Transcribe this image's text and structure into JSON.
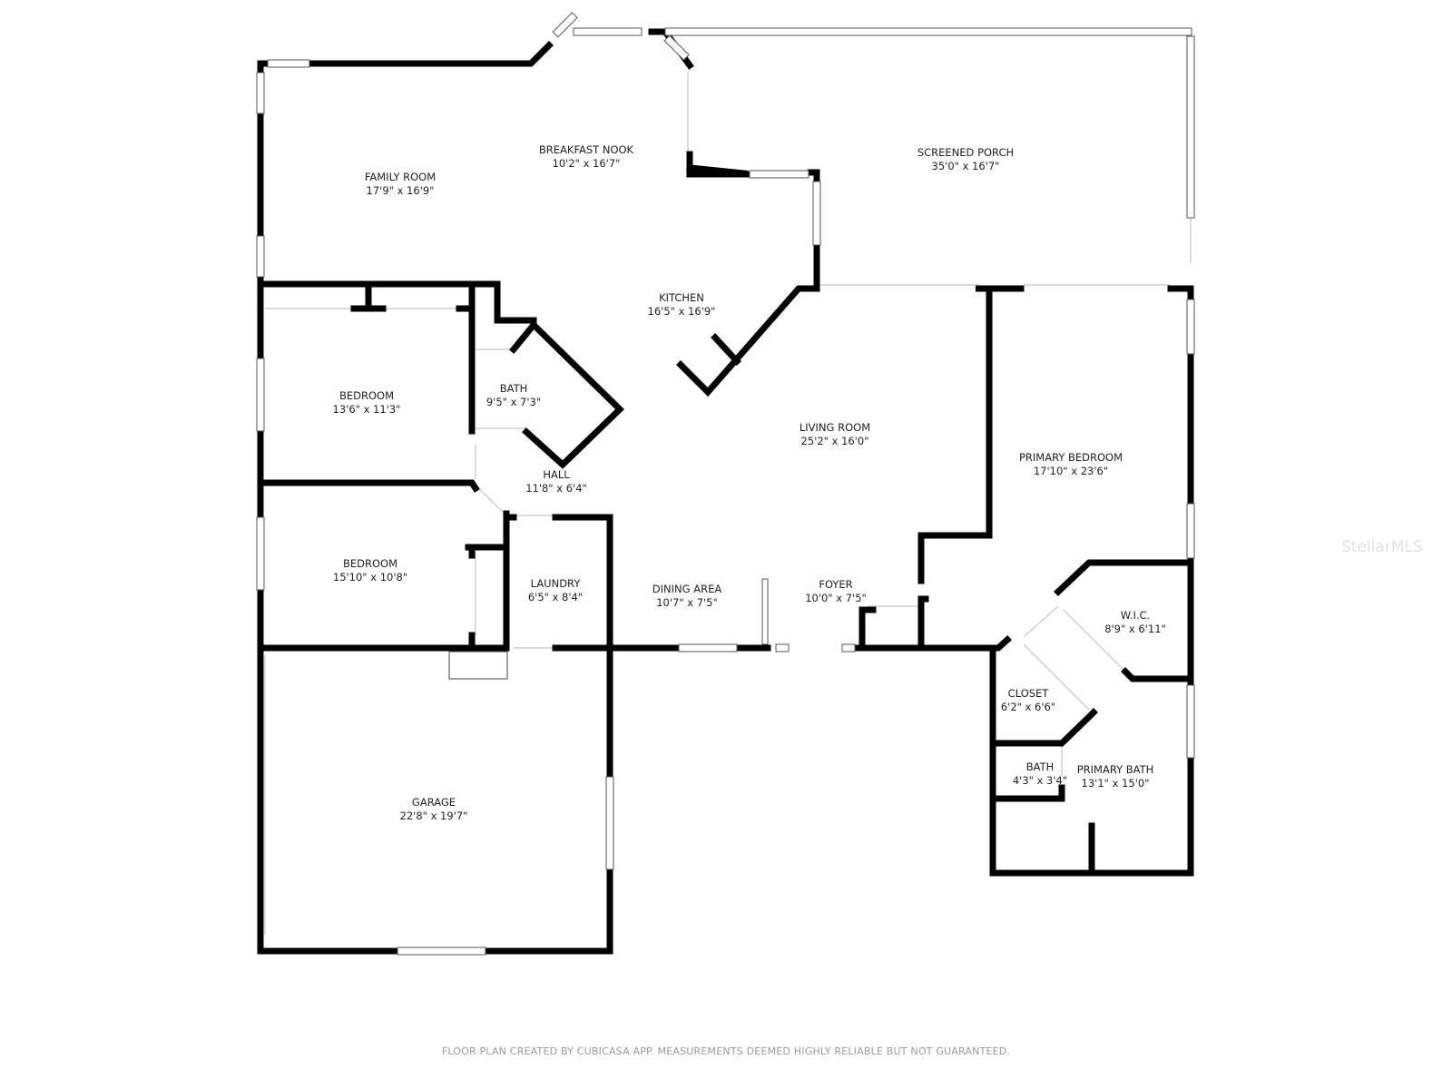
{
  "rooms": {
    "family_room": {
      "name": "FAMILY ROOM",
      "dim": "17'9\" x 16'9\""
    },
    "breakfast_nook": {
      "name": "BREAKFAST NOOK",
      "dim": "10'2\" x 16'7\""
    },
    "screened_porch": {
      "name": "SCREENED PORCH",
      "dim": "35'0\" x 16'7\""
    },
    "kitchen": {
      "name": "KITCHEN",
      "dim": "16'5\" x 16'9\""
    },
    "bedroom_1": {
      "name": "BEDROOM",
      "dim": "13'6\" x 11'3\""
    },
    "bath_1": {
      "name": "BATH",
      "dim": "9'5\" x 7'3\""
    },
    "living_room": {
      "name": "LIVING ROOM",
      "dim": "25'2\" x 16'0\""
    },
    "primary_bedroom": {
      "name": "PRIMARY BEDROOM",
      "dim": "17'10\" x 23'6\""
    },
    "hall": {
      "name": "HALL",
      "dim": "11'8\" x 6'4\""
    },
    "bedroom_2": {
      "name": "BEDROOM",
      "dim": "15'10\" x 10'8\""
    },
    "laundry": {
      "name": "LAUNDRY",
      "dim": "6'5\" x 8'4\""
    },
    "dining_area": {
      "name": "DINING AREA",
      "dim": "10'7\" x 7'5\""
    },
    "foyer": {
      "name": "FOYER",
      "dim": "10'0\" x 7'5\""
    },
    "wic": {
      "name": "W.I.C.",
      "dim": "8'9\" x 6'11\""
    },
    "closet": {
      "name": "CLOSET",
      "dim": "6'2\" x 6'6\""
    },
    "bath_2": {
      "name": "BATH",
      "dim": "4'3\" x 3'4\""
    },
    "primary_bath": {
      "name": "PRIMARY BATH",
      "dim": "13'1\" x 15'0\""
    },
    "garage": {
      "name": "GARAGE",
      "dim": "22'8\" x 19'7\""
    }
  },
  "footer": "FLOOR PLAN CREATED BY CUBICASA APP. MEASUREMENTS DEEMED HIGHLY RELIABLE BUT NOT GUARANTEED.",
  "watermark": "StellarMLS",
  "colors": {
    "wall": "#000000",
    "background": "#ffffff",
    "text": "#222222",
    "footer": "#9a9a9a"
  }
}
